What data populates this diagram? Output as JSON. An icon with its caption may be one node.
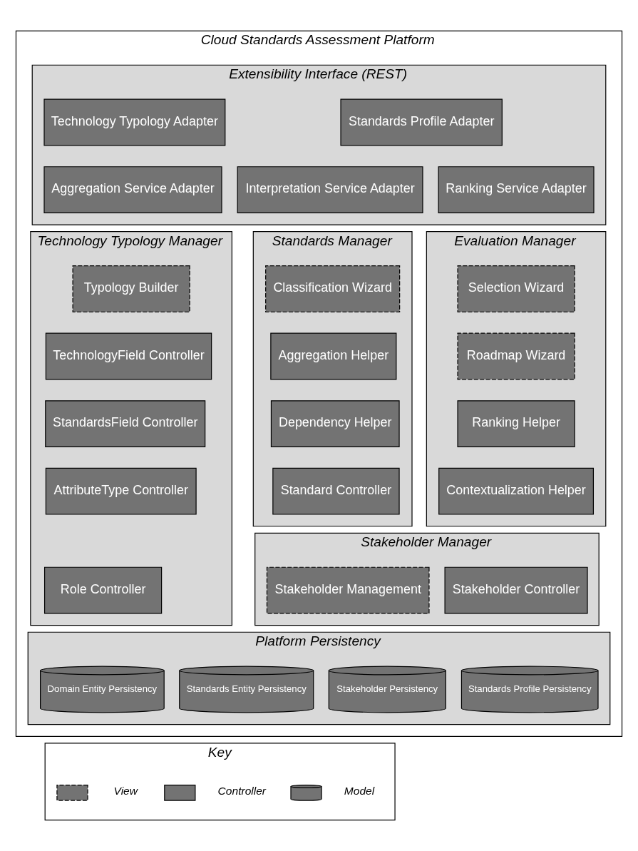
{
  "diagram": {
    "nodes": [
      {
        "text": [
          "Cloud Standards Assessment Platform"
        ]
      },
      {
        "text": [
          "Extensibility Interface (REST)"
        ],
        "in": 0
      },
      {
        "text": [
          "Technology Typology Adapter"
        ],
        "in": 1
      },
      {
        "text": [
          "Standards Profile Adapter"
        ],
        "in": 1
      },
      {
        "text": [
          "Aggregation Service Adapter"
        ],
        "in": 1
      },
      {
        "text": [
          "Interpretation Service Adapter"
        ],
        "in": 1
      },
      {
        "text": [
          "Ranking Service Adapter"
        ],
        "in": 1
      },
      {
        "text": [
          "Technology Typology Manager"
        ],
        "in": 0
      },
      {
        "text": [
          "Typology Builder"
        ],
        "in": 7
      },
      {
        "text": [
          "TechnologyField Controller"
        ],
        "in": 7
      },
      {
        "text": [
          "StandardsField Controller"
        ],
        "in": 7
      },
      {
        "text": [
          "AttributeType Controller"
        ],
        "in": 7
      },
      {
        "text": [
          "Role Controller"
        ],
        "in": 7
      },
      {
        "text": [
          "Standards Manager"
        ],
        "in": 0
      },
      {
        "text": [
          "Classification Wizard"
        ],
        "in": 13
      },
      {
        "text": [
          "Aggregation Helper"
        ],
        "in": 13
      },
      {
        "text": [
          "Dependency Helper"
        ],
        "in": 13
      },
      {
        "text": [
          "Standard Controller"
        ],
        "in": 13
      },
      {
        "text": [
          "Evaluation Manager"
        ],
        "in": 0
      },
      {
        "text": [
          "Selection Wizard"
        ],
        "in": 18
      },
      {
        "text": [
          "Roadmap Wizard"
        ],
        "in": 18
      },
      {
        "text": [
          "Ranking Helper"
        ],
        "in": 18
      },
      {
        "text": [
          "Contextualization Helper"
        ],
        "in": 18
      },
      {
        "text": [
          "Stakeholder Manager"
        ],
        "in": 0
      },
      {
        "text": [
          "Stakeholder Management"
        ],
        "in": 23
      },
      {
        "text": [
          "Stakeholder Controller"
        ],
        "in": 23
      },
      {
        "text": [
          "Platform Persistency"
        ],
        "in": 0
      },
      {
        "text": [
          "Domain Entity Persistency"
        ],
        "in": 26
      },
      {
        "text": [
          "Standards Entity Persistency"
        ],
        "in": 26
      },
      {
        "text": [
          "Stakeholder Persistency"
        ],
        "in": 26
      },
      {
        "text": [
          "Standards Profile Persistency"
        ],
        "in": 26
      },
      {
        "text": [
          "Key"
        ]
      },
      {
        "text": [],
        "shape": "box",
        "in": 31
      },
      {
        "text": [],
        "shape": "box",
        "in": 31
      },
      {
        "text": [],
        "shape": "cylinder",
        "in": 31
      }
    ],
    "edges": [],
    "legend": [
      {
        "text": "View"
      },
      {
        "text": "Controller"
      },
      {
        "text": "Model"
      }
    ]
  }
}
